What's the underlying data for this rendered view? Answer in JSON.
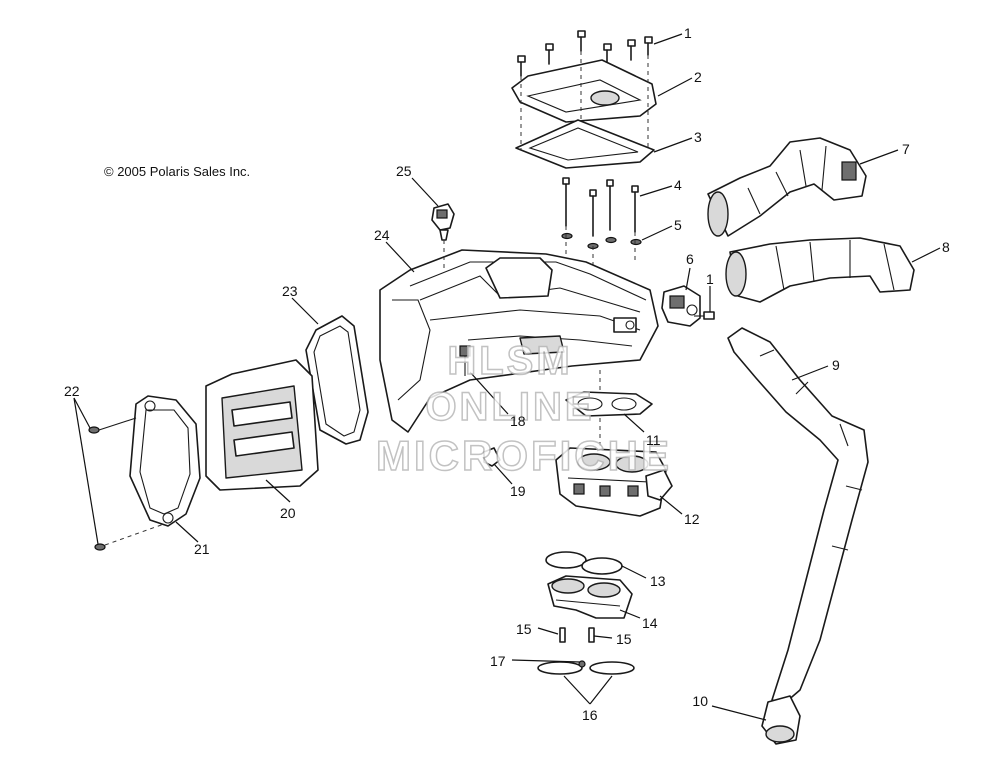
{
  "copyright": "© 2005 Polaris Sales Inc.",
  "watermark": {
    "line1": "HLSM",
    "line2": "ONLINE",
    "line3": "MICROFICHE"
  },
  "callouts": [
    {
      "id": "c1a",
      "label": "1"
    },
    {
      "id": "c1b",
      "label": "1"
    },
    {
      "id": "c2",
      "label": "2"
    },
    {
      "id": "c3",
      "label": "3"
    },
    {
      "id": "c4",
      "label": "4"
    },
    {
      "id": "c5",
      "label": "5"
    },
    {
      "id": "c6",
      "label": "6"
    },
    {
      "id": "c7",
      "label": "7"
    },
    {
      "id": "c8",
      "label": "8"
    },
    {
      "id": "c9",
      "label": "9"
    },
    {
      "id": "c10",
      "label": "10"
    },
    {
      "id": "c11",
      "label": "11"
    },
    {
      "id": "c12",
      "label": "12"
    },
    {
      "id": "c13",
      "label": "13"
    },
    {
      "id": "c14",
      "label": "14"
    },
    {
      "id": "c15a",
      "label": "15"
    },
    {
      "id": "c15b",
      "label": "15"
    },
    {
      "id": "c16",
      "label": "16"
    },
    {
      "id": "c17",
      "label": "17"
    },
    {
      "id": "c18",
      "label": "18"
    },
    {
      "id": "c19",
      "label": "19"
    },
    {
      "id": "c20",
      "label": "20"
    },
    {
      "id": "c21",
      "label": "21"
    },
    {
      "id": "c22",
      "label": "22"
    },
    {
      "id": "c23",
      "label": "23"
    },
    {
      "id": "c24",
      "label": "24"
    },
    {
      "id": "c25",
      "label": "25"
    }
  ]
}
